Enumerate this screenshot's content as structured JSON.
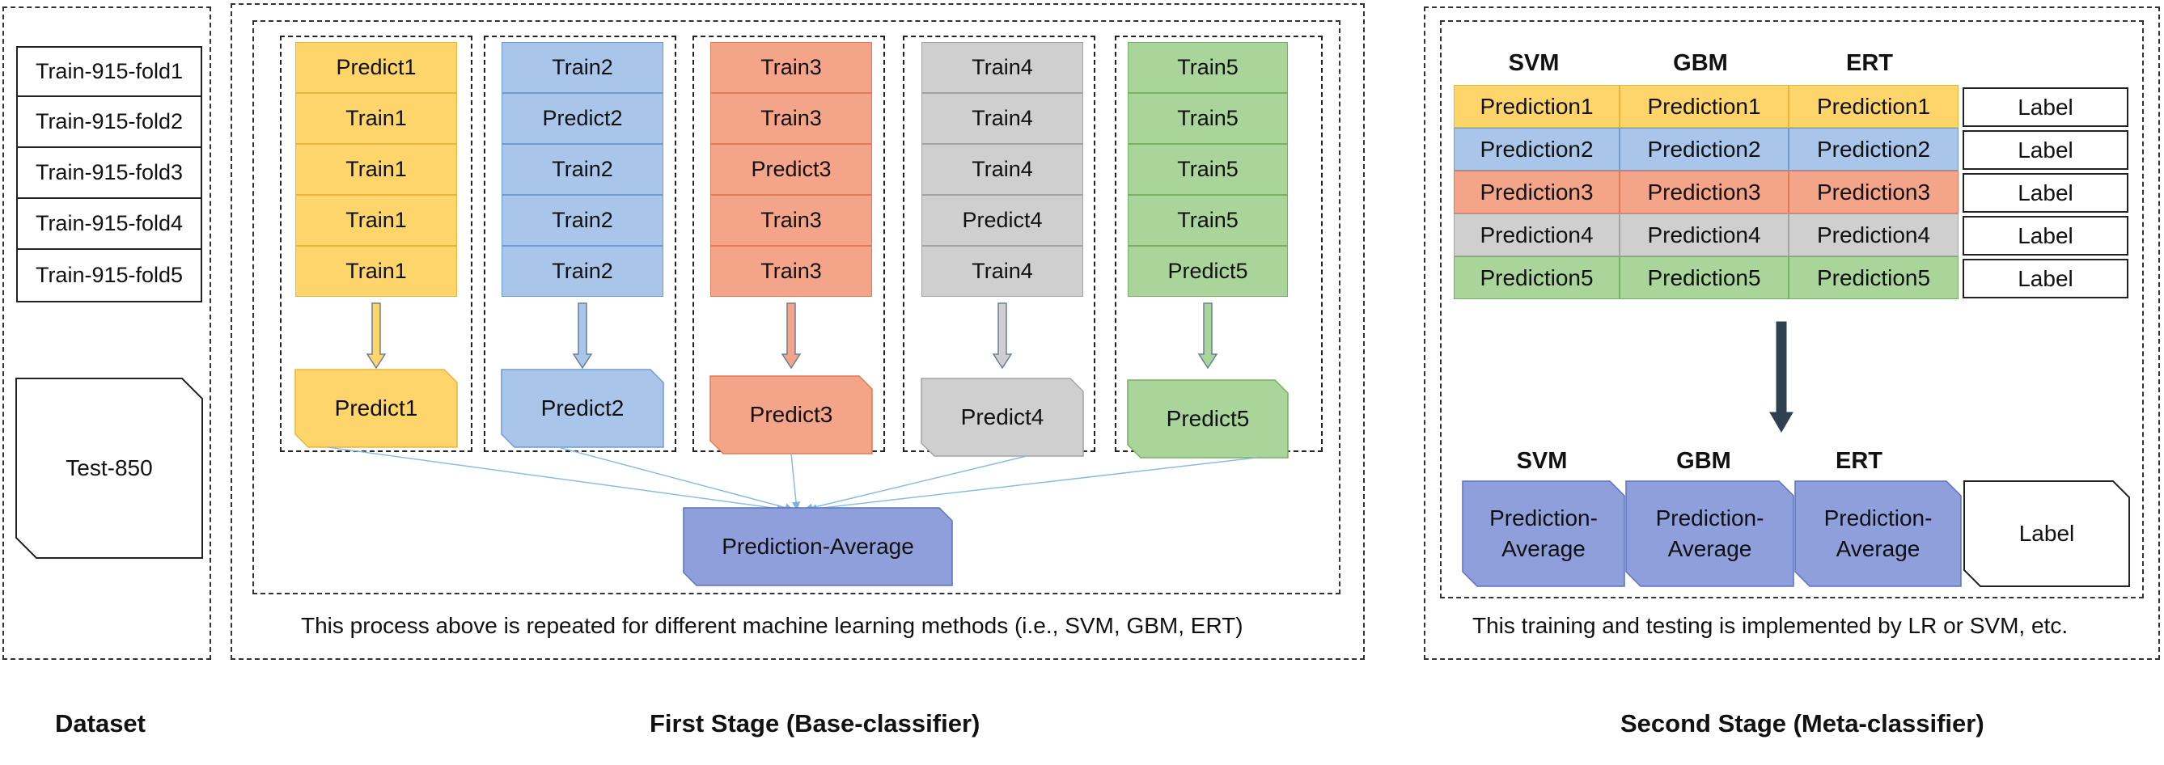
{
  "colors": {
    "yellow": "#fdd56b",
    "yellow_edge": "#e8b63a",
    "blue": "#a9c6ea",
    "blue_edge": "#6f9bd1",
    "orange": "#f4a488",
    "orange_edge": "#e07a57",
    "gray": "#cfcfcf",
    "gray_edge": "#a3a3a3",
    "green": "#a9d49a",
    "green_edge": "#79b063",
    "purple": "#8f9fdc",
    "purple_edge": "#5d72c0",
    "dark_arrow": "#2f4150"
  },
  "dataset": {
    "folds": [
      "Train-915-fold1",
      "Train-915-fold2",
      "Train-915-fold3",
      "Train-915-fold4",
      "Train-915-fold5"
    ],
    "test": "Test-850",
    "title": "Dataset"
  },
  "first_stage": {
    "title": "First Stage (Base-classifier)",
    "columns": [
      {
        "color": "yellow",
        "cells": [
          "Predict1",
          "Train1",
          "Train1",
          "Train1",
          "Train1"
        ],
        "output": "Predict1"
      },
      {
        "color": "blue",
        "cells": [
          "Train2",
          "Predict2",
          "Train2",
          "Train2",
          "Train2"
        ],
        "output": "Predict2"
      },
      {
        "color": "orange",
        "cells": [
          "Train3",
          "Train3",
          "Predict3",
          "Train3",
          "Train3"
        ],
        "output": "Predict3"
      },
      {
        "color": "gray",
        "cells": [
          "Train4",
          "Train4",
          "Train4",
          "Predict4",
          "Train4"
        ],
        "output": "Predict4"
      },
      {
        "color": "green",
        "cells": [
          "Train5",
          "Train5",
          "Train5",
          "Train5",
          "Predict5"
        ],
        "output": "Predict5"
      }
    ],
    "average": "Prediction-Average",
    "caption": "This process above is repeated for different machine learning methods (i.e., SVM, GBM, ERT)"
  },
  "second_stage": {
    "title": "Second Stage (Meta-classifier)",
    "headers": [
      "SVM",
      "GBM",
      "ERT"
    ],
    "rows": [
      {
        "color": "yellow",
        "cells": [
          "Prediction1",
          "Prediction1",
          "Prediction1"
        ],
        "label": "Label"
      },
      {
        "color": "blue",
        "cells": [
          "Prediction2",
          "Prediction2",
          "Prediction2"
        ],
        "label": "Label"
      },
      {
        "color": "orange",
        "cells": [
          "Prediction3",
          "Prediction3",
          "Prediction3"
        ],
        "label": "Label"
      },
      {
        "color": "gray",
        "cells": [
          "Prediction4",
          "Prediction4",
          "Prediction4"
        ],
        "label": "Label"
      },
      {
        "color": "green",
        "cells": [
          "Prediction5",
          "Prediction5",
          "Prediction5"
        ],
        "label": "Label"
      }
    ],
    "bottom_headers": [
      "SVM",
      "GBM",
      "ERT"
    ],
    "bottom_cells": [
      "Prediction-\nAverage",
      "Prediction-\nAverage",
      "Prediction-\nAverage"
    ],
    "bottom_label": "Label",
    "caption": "This training and testing is implemented by LR or SVM, etc."
  }
}
